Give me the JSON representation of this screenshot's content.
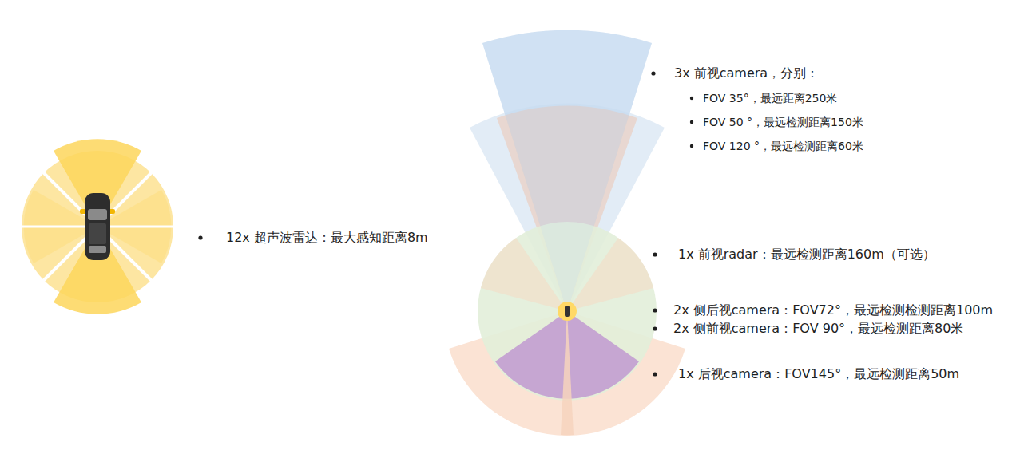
{
  "diagram": {
    "labels": [
      "12x 超声波雷达：最大感知距离8m",
      "3x 前视camera，分别：",
      "FOV 35°，最远距离250米",
      "FOV 50 °，最远检测距离150米",
      "FOV 120 °，最远检测距离60米",
      "1x 前视radar：最远检测距离160m（可选）",
      "2x 侧后视camera：FOV72°，最远检测检测距离100m",
      "2x 侧前视camera：FOV 90°，最远检测距离80米",
      "1x 后视camera：FOV145°，最远检测距离50m"
    ]
  }
}
